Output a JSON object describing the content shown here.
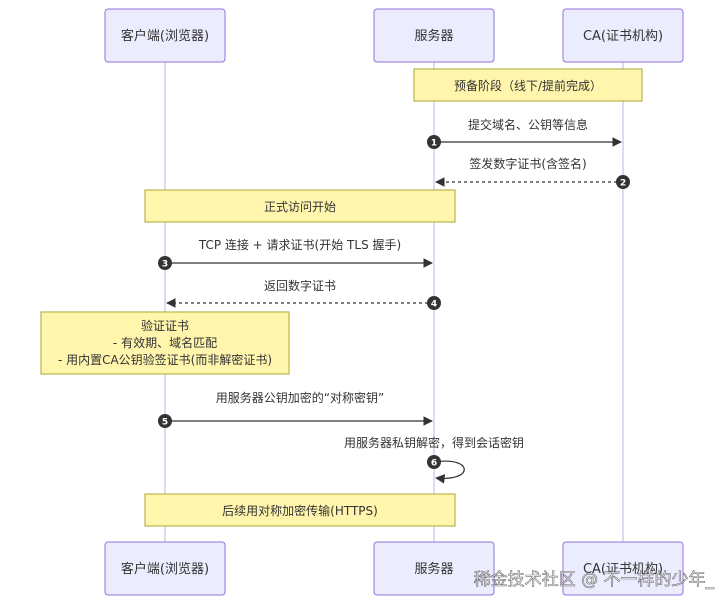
{
  "actors": [
    {
      "id": "client",
      "label": "客户端(浏览器)"
    },
    {
      "id": "server",
      "label": "服务器"
    },
    {
      "id": "ca",
      "label": "CA(证书机构)"
    }
  ],
  "notes": [
    {
      "id": "prep",
      "lines": [
        "预备阶段（线下/提前完成）"
      ]
    },
    {
      "id": "start",
      "lines": [
        "正式访问开始"
      ]
    },
    {
      "id": "verify",
      "lines": [
        "验证证书",
        "- 有效期、域名匹配",
        "- 用内置CA公钥验签证书(而非解密证书)"
      ]
    },
    {
      "id": "after",
      "lines": [
        "后续用对称加密传输(HTTPS)"
      ]
    }
  ],
  "messages": [
    {
      "seq": "1",
      "from": "server",
      "to": "ca",
      "label": "提交域名、公钥等信息",
      "style": "solid"
    },
    {
      "seq": "2",
      "from": "ca",
      "to": "server",
      "label": "签发数字证书(含签名)",
      "style": "dashed"
    },
    {
      "seq": "3",
      "from": "client",
      "to": "server",
      "label": "TCP 连接 + 请求证书(开始 TLS 握手)",
      "style": "solid"
    },
    {
      "seq": "4",
      "from": "server",
      "to": "client",
      "label": "返回数字证书",
      "style": "dashed"
    },
    {
      "seq": "5",
      "from": "client",
      "to": "server",
      "label": "用服务器公钥加密的“对称密钥”",
      "style": "solid"
    },
    {
      "seq": "6",
      "from": "server",
      "to": "server",
      "label": "用服务器私钥解密，得到会话密钥",
      "style": "self"
    }
  ],
  "watermark": "稀金技术社区 @ 不一样的少年_",
  "colors": {
    "actor_fill": "#ececff",
    "actor_stroke": "#9370db",
    "note_fill": "#fff5ad",
    "note_stroke": "#aaaa33",
    "line": "#333333"
  }
}
